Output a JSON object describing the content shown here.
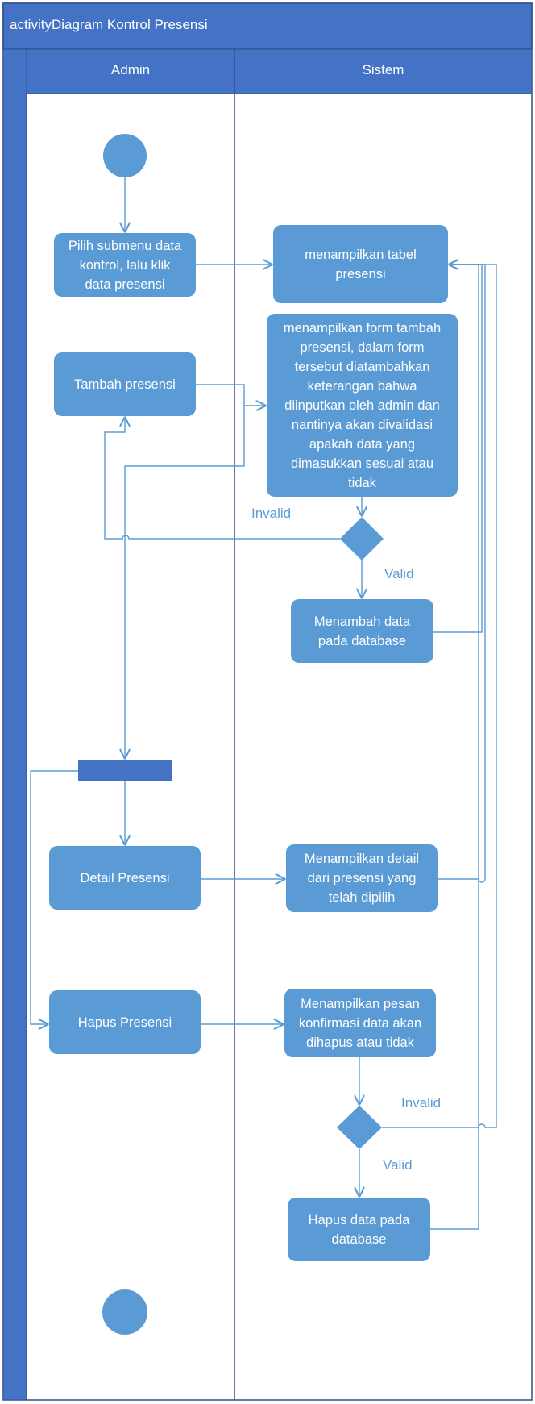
{
  "pool": {
    "title": "activityDiagram Kontrol Presensi",
    "header_color": "#4472c4",
    "node_color": "#5b9bd5",
    "border_color": "#2f4f8f"
  },
  "lanes": [
    {
      "title": "Admin"
    },
    {
      "title": "Sistem"
    }
  ],
  "nodes": {
    "admin_pilih_submenu": "Pilih submenu data\nkontrol, lalu klik\ndata presensi",
    "admin_tambah": "Tambah presensi",
    "admin_detail": "Detail Presensi",
    "admin_hapus": "Hapus Presensi",
    "sys_tampil_tabel": "menampilkan tabel\npresensi",
    "sys_tampil_form": "menampilkan form tambah\npresensi, dalam form\ntersebut diatambahkan\nketerangan bahwa\ndiinputkan oleh admin dan\nnantinya akan divalidasi\napakah data yang\ndimasukkan sesuai atau\ntidak",
    "sys_tambah_db": "Menambah data\npada database",
    "sys_tampil_detail": "Menampilkan detail\ndari presensi yang\ntelah dipilih",
    "sys_konfirmasi": "Menampilkan pesan\nkonfirmasi data akan\ndihapus atau tidak",
    "sys_hapus_db": "Hapus data pada\ndatabase"
  },
  "guards": {
    "decision1_invalid": "Invalid",
    "decision1_valid": "Valid",
    "decision2_invalid": "Invalid",
    "decision2_valid": "Valid"
  }
}
